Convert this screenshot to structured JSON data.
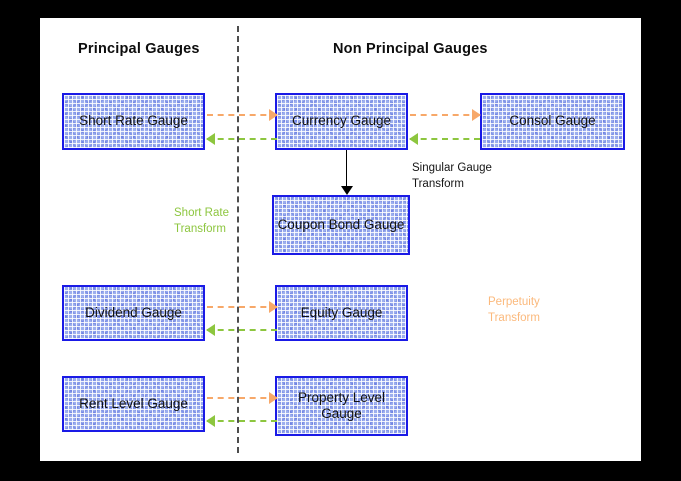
{
  "diagram": {
    "title_principal": "Principal Gauges",
    "title_non_principal": "Non Principal Gauges",
    "colors": {
      "canvas_background": "#ffffff",
      "page_background": "#000000",
      "box_fill": "#9dafee",
      "box_border": "#1a1ae6",
      "box_text": "#111111",
      "arrow_orange": "#f7a869",
      "arrow_green": "#8dc63f",
      "arrow_black": "#000000",
      "divider": "#4d4d4d",
      "label_short_rate": "#8dc63f",
      "label_singular": "#151515",
      "label_perpetuity": "#fbb97c"
    },
    "columns": [
      {
        "id": "principal",
        "label": "Principal Gauges"
      },
      {
        "id": "non-principal",
        "label": "Non Principal Gauges"
      }
    ],
    "nodes": [
      {
        "id": "short-rate",
        "label": "Short Rate Gauge",
        "column": "principal"
      },
      {
        "id": "currency",
        "label": "Currency Gauge",
        "column": "non-principal"
      },
      {
        "id": "consol",
        "label": "Consol Gauge",
        "column": "non-principal"
      },
      {
        "id": "coupon-bond",
        "label": "Coupon Bond Gauge",
        "column": "non-principal"
      },
      {
        "id": "dividend",
        "label": "Dividend Gauge",
        "column": "principal"
      },
      {
        "id": "equity",
        "label": "Equity Gauge",
        "column": "non-principal"
      },
      {
        "id": "rent-level",
        "label": "Rent Level Gauge",
        "column": "principal"
      },
      {
        "id": "property-level",
        "label": "Property Level Gauge",
        "column": "non-principal"
      }
    ],
    "edges": [
      {
        "id": "short-rate-to-currency",
        "from": "short-rate",
        "to": "currency",
        "style": "dashed",
        "color": "orange",
        "direction": "right"
      },
      {
        "id": "currency-to-short-rate",
        "from": "currency",
        "to": "short-rate",
        "style": "dashed",
        "color": "green",
        "direction": "left"
      },
      {
        "id": "currency-to-consol",
        "from": "currency",
        "to": "consol",
        "style": "dashed",
        "color": "orange",
        "direction": "right"
      },
      {
        "id": "consol-to-currency",
        "from": "consol",
        "to": "currency",
        "style": "dashed",
        "color": "green",
        "direction": "left"
      },
      {
        "id": "currency-to-coupon-bond",
        "from": "currency",
        "to": "coupon-bond",
        "style": "solid",
        "color": "black",
        "direction": "down"
      },
      {
        "id": "dividend-to-equity",
        "from": "dividend",
        "to": "equity",
        "style": "dashed",
        "color": "orange",
        "direction": "right"
      },
      {
        "id": "equity-to-dividend",
        "from": "equity",
        "to": "dividend",
        "style": "dashed",
        "color": "green",
        "direction": "left"
      },
      {
        "id": "rent-level-to-property",
        "from": "rent-level",
        "to": "property-level",
        "style": "dashed",
        "color": "orange",
        "direction": "right"
      },
      {
        "id": "property-to-rent-level",
        "from": "property-level",
        "to": "rent-level",
        "style": "dashed",
        "color": "green",
        "direction": "left"
      }
    ],
    "annotations": [
      {
        "id": "short-rate-transform",
        "text": "Short Rate\nTransform",
        "color": "#8dc63f"
      },
      {
        "id": "singular-gauge-transform",
        "text": "Singular Gauge\nTransform",
        "color": "#151515"
      },
      {
        "id": "perpetuity-transform",
        "text": "Perpetuity\nTransform",
        "color": "#fbb97c"
      }
    ]
  }
}
